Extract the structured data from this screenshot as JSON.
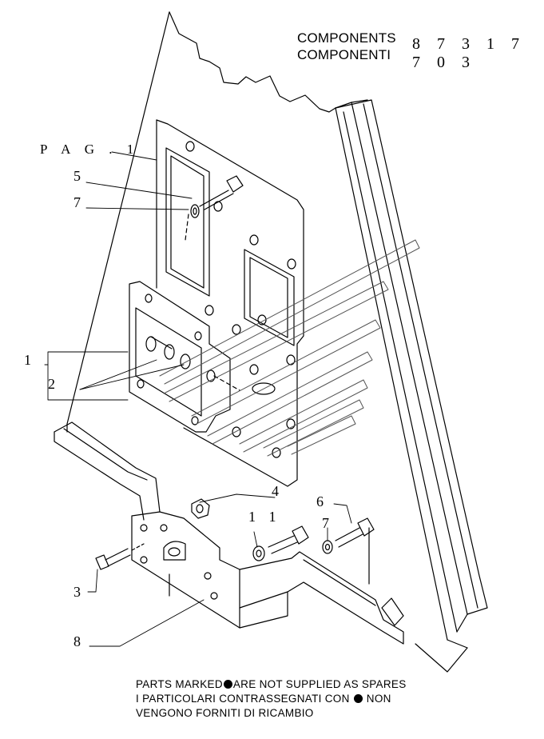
{
  "header": {
    "title_en": "COMPONENTS",
    "title_it": "COMPONENTI",
    "part_number": "8 7 3 1 7 7 0 3"
  },
  "page_ref": "P A G . 1",
  "callouts": [
    "1",
    "2",
    "3",
    "4",
    "5",
    "6",
    "7",
    "7",
    "8",
    "1 1"
  ],
  "notes": {
    "line1_a": "PARTS MARKED",
    "line1_b": "ARE NOT SUPPLIED AS SPARES",
    "line2_a": "I PARTICOLARI CONTRASSEGNATI CON",
    "line2_b": "NON",
    "line3": "VENGONO FORNITI DI RICAMBIO"
  }
}
